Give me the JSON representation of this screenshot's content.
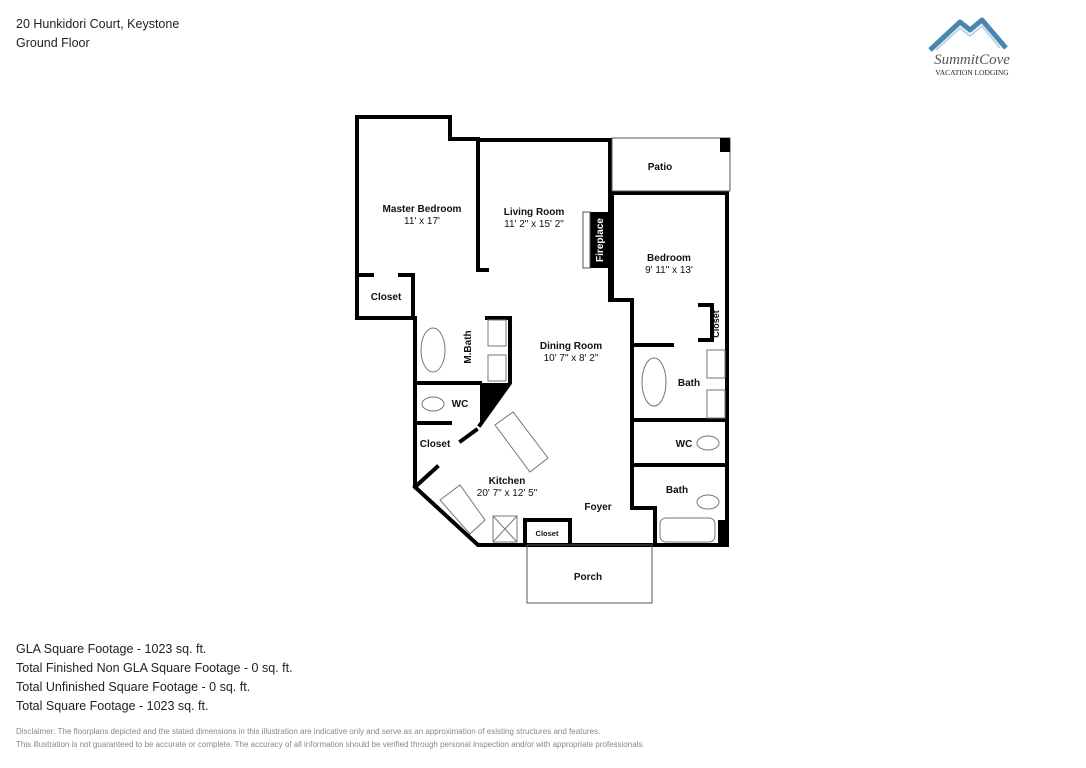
{
  "header": {
    "address": "20 Hunkidori Court, Keystone",
    "floor": "Ground Floor"
  },
  "logo": {
    "name": "SummitCove",
    "tagline": "Vacation Lodging",
    "color": "#3a6f9a"
  },
  "rooms": {
    "master_bedroom": {
      "label": "Master Bedroom",
      "dims": "11' x 17'"
    },
    "living_room": {
      "label": "Living Room",
      "dims": "11' 2\" x 15' 2\""
    },
    "patio": {
      "label": "Patio"
    },
    "fireplace": {
      "label": "Fireplace"
    },
    "bedroom": {
      "label": "Bedroom",
      "dims": "9' 11\" x 13'"
    },
    "master_closet": {
      "label": "Closet"
    },
    "m_bath": {
      "label": "M.Bath"
    },
    "bedroom_closet": {
      "label": "Closet"
    },
    "dining_room": {
      "label": "Dining Room",
      "dims": "10' 7\" x 8' 2\""
    },
    "bath1": {
      "label": "Bath"
    },
    "wc1": {
      "label": "WC"
    },
    "wc2": {
      "label": "WC"
    },
    "kitchen_closet": {
      "label": "Closet"
    },
    "kitchen": {
      "label": "Kitchen",
      "dims": "20' 7\" x 12' 5\""
    },
    "bath2": {
      "label": "Bath"
    },
    "foyer": {
      "label": "Foyer"
    },
    "foyer_closet": {
      "label": "Closet"
    },
    "porch": {
      "label": "Porch"
    }
  },
  "stats": [
    "GLA Square Footage - 1023 sq. ft.",
    "Total Finished Non GLA Square Footage - 0 sq. ft.",
    "Total Unfinished Square Footage - 0 sq. ft.",
    "Total Square Footage - 1023 sq. ft."
  ],
  "disclaimer": [
    "Disclaimer: The floorplans depicted and the stated dimensions in this illustration are indicative only and serve as an approximation of existing structures and features.",
    "This illustration is not guaranteed to be accurate or complete. The accuracy of all information should be verified through personal inspection and/or with appropriate professionals."
  ]
}
